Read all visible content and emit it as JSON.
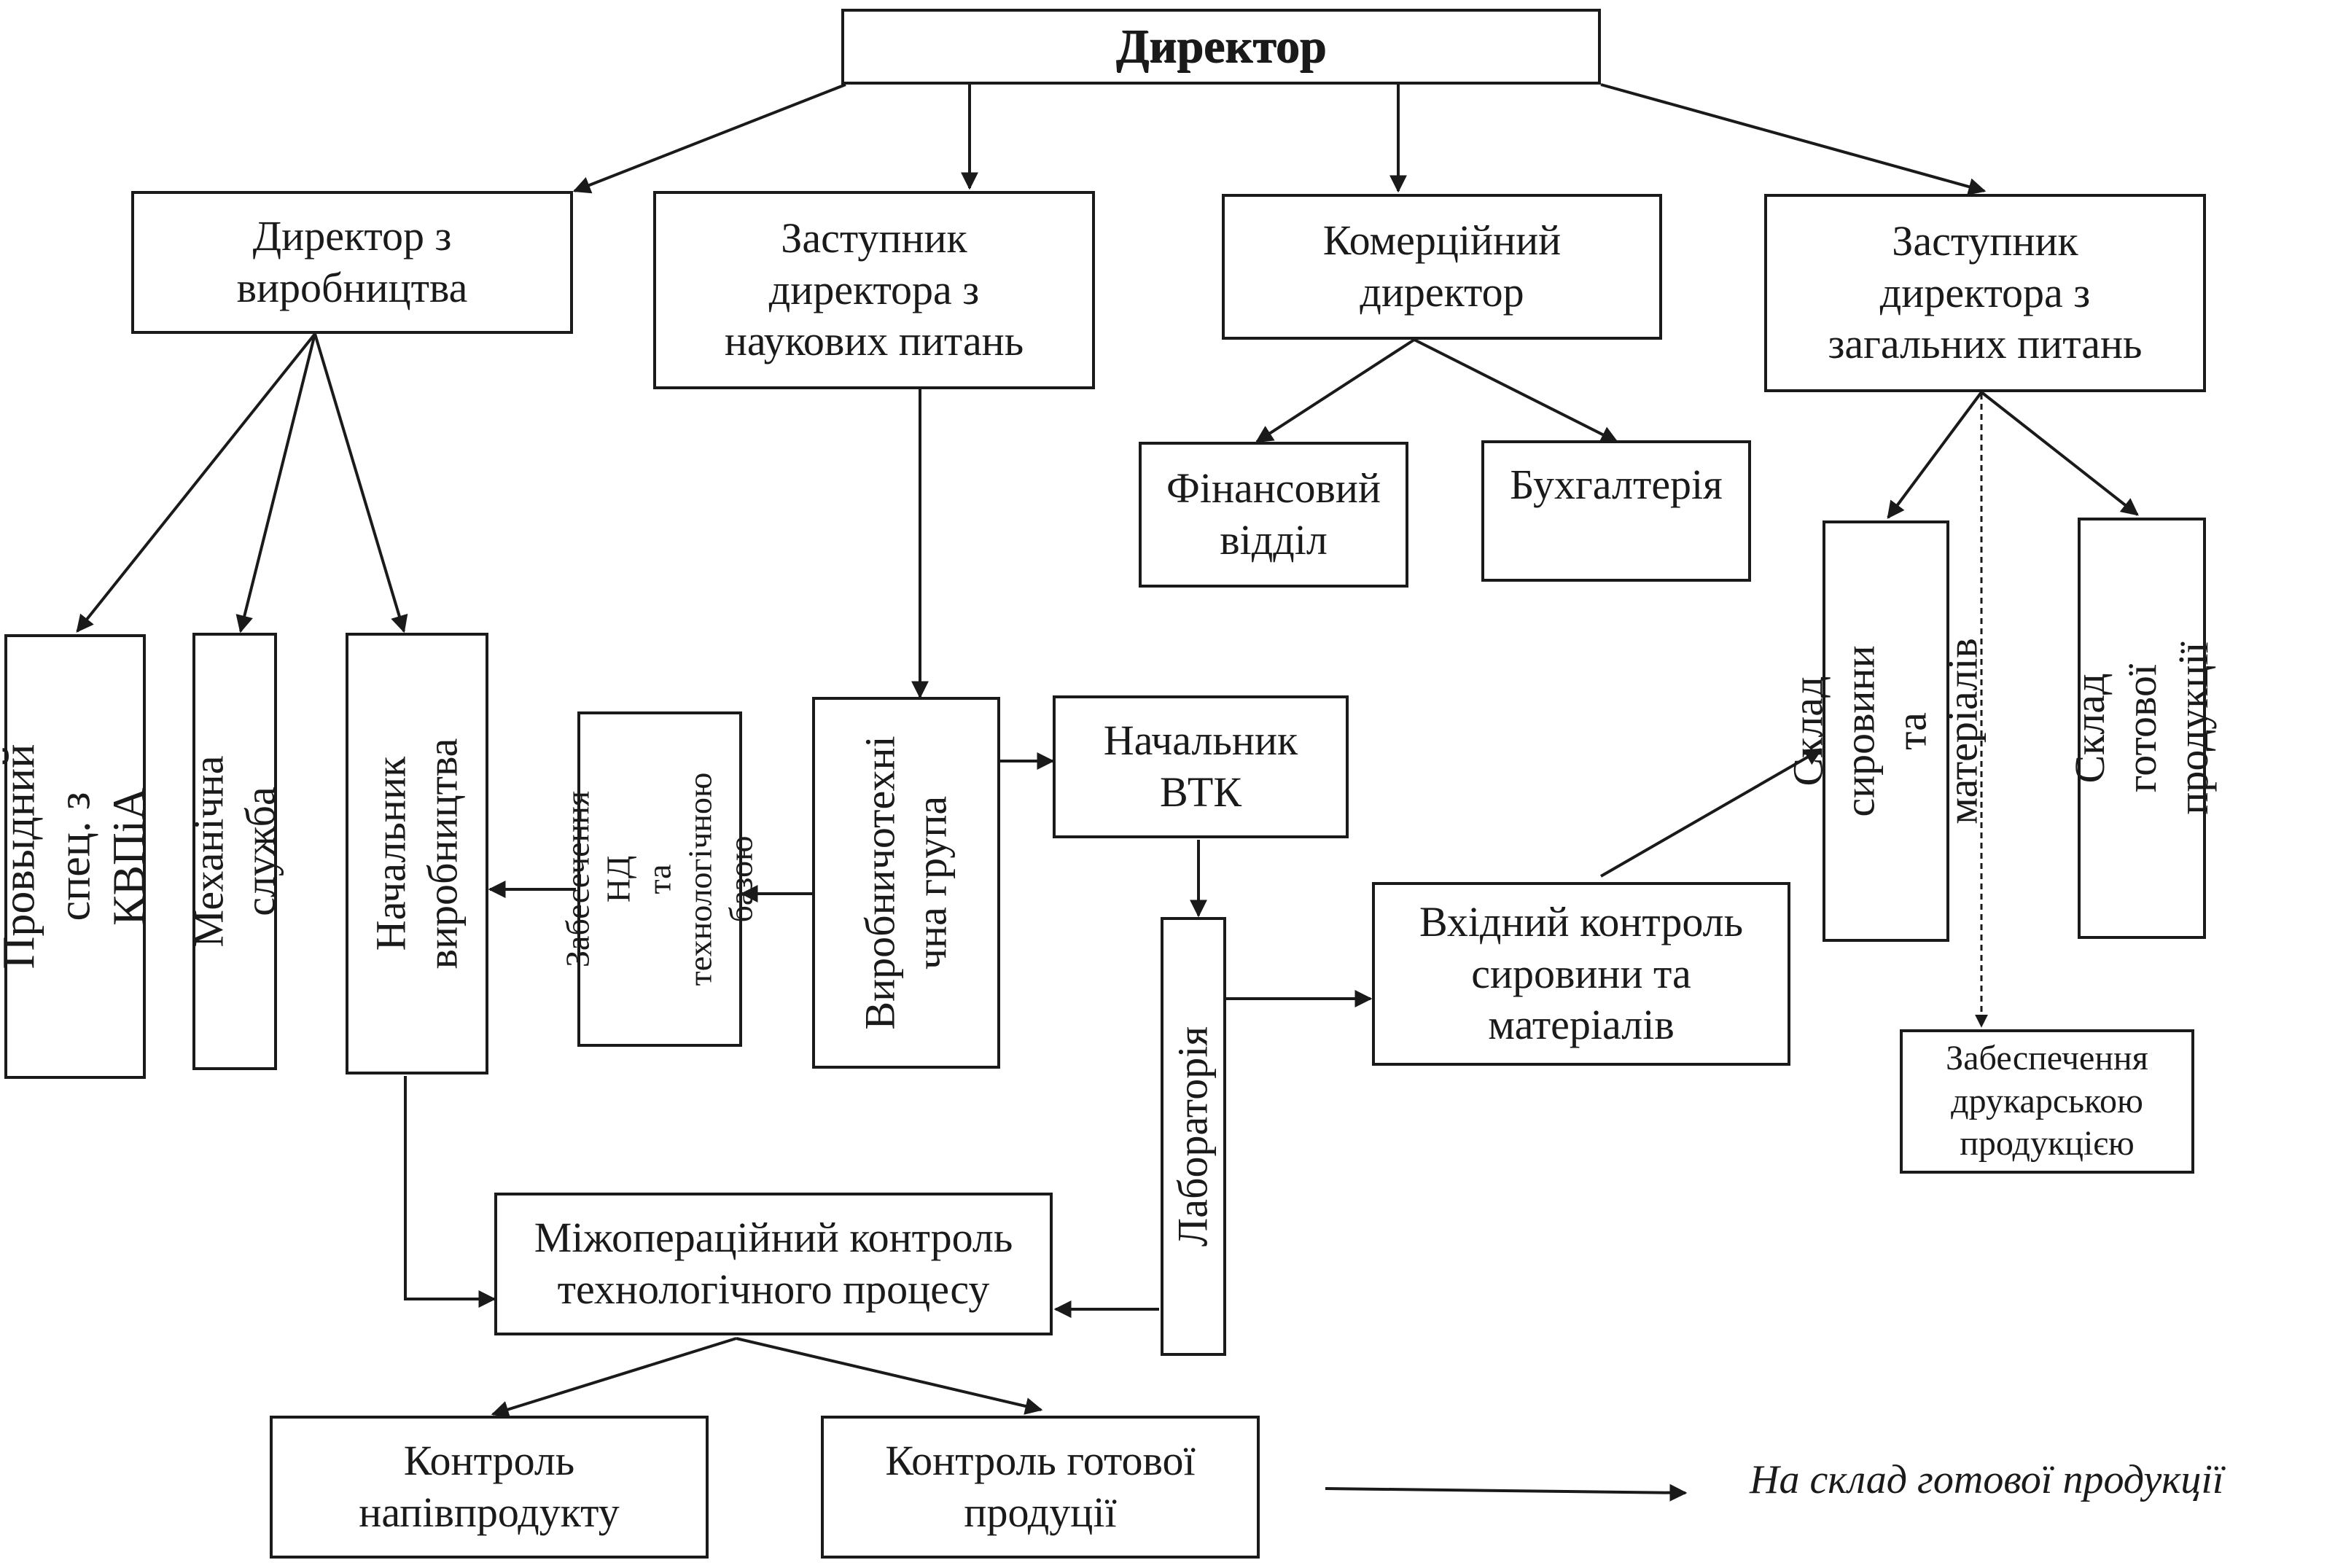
{
  "boxes": {
    "director": "Директор",
    "prod_director": "Директор з\nвиробництва",
    "sci_deputy": "Заступник\nдиректора з\nнаукових питань",
    "commercial": "Комерційний\nдиректор",
    "general_deputy": "Заступник\nдиректора з\nзагальних питань",
    "finance": "Фінансовий\nвідділ",
    "accounting": "Бухгалтерія",
    "kvpia": "Провыдний спец. з\nКВПіА",
    "mechanical": "Механічна служба",
    "prod_chief": "Начальник\nвиробництва",
    "nd_support": "Забесечення НД\nта технологічною\nбазою",
    "prod_tech": "Виробничотехні\nчна група",
    "vtk_chief": "Начальник\nВТК",
    "laboratory": "Лабораторія",
    "input_control": "Вхідний контроль\nсировини та\nматеріалів",
    "raw_warehouse": "Склад сировини та\nматеріалів",
    "finished_warehouse": "Склад готової\nпродукції",
    "print_supply": "Забеспечення\nдрукарською\nпродукцією",
    "interop_control": "Міжопераційний контроль\nтехнологічного процесу",
    "semi_control": "Контроль\nнапівпродукту",
    "finished_control": "Контроль готової\nпродуції"
  },
  "legend": {
    "label": "На склад готової продукції"
  }
}
